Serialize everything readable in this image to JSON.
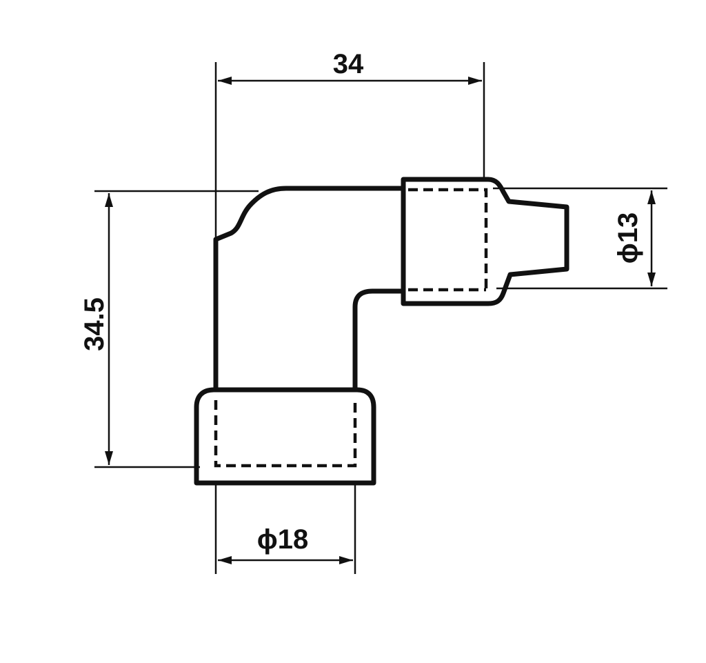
{
  "dimensions": {
    "width": "34",
    "height": "34.5",
    "outlet_diameter": "ϕ13",
    "inlet_diameter": "ϕ18"
  }
}
